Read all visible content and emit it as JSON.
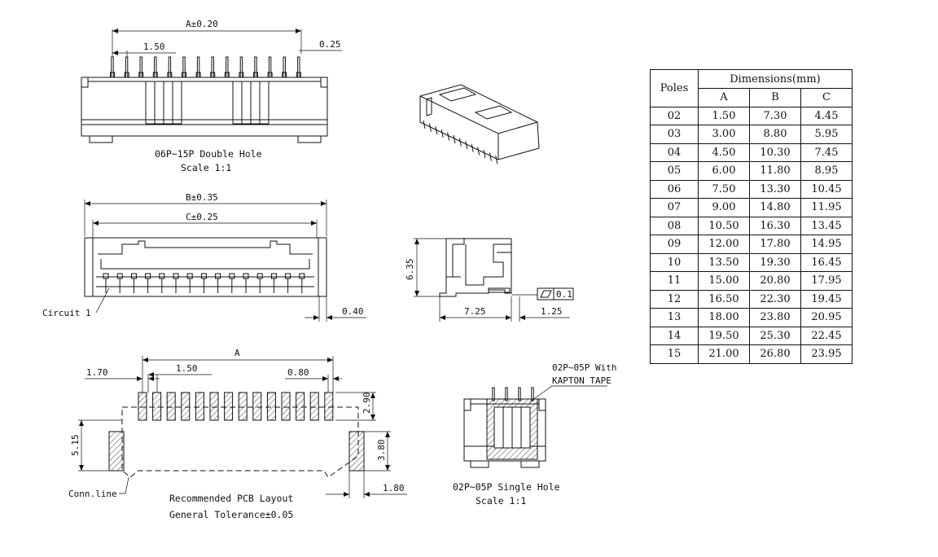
{
  "labels": {
    "dim_a_tol": "A±0.20",
    "dim_150_top": "1.50",
    "dim_025": "0.25",
    "caption_double_hole": "06P~15P Double Hole",
    "caption_scale_top": "Scale 1:1",
    "dim_b_tol": "B±0.35",
    "dim_c_tol": "C±0.25",
    "circuit_1": "Circuit 1",
    "dim_040": "0.40",
    "dim_635": "6.35",
    "dim_725": "7.25",
    "dim_125": "1.25",
    "flatness": "0.1",
    "dim_a_pcb": "A",
    "dim_170": "1.70",
    "dim_150_pcb": "1.50",
    "dim_080": "0.80",
    "dim_290": "2.90",
    "dim_515": "5.15",
    "dim_380": "3.80",
    "dim_180": "1.80",
    "conn_line": "Conn.line",
    "caption_pcb_1": "Recommended PCB Layout",
    "caption_pcb_2": "General Tolerance±0.05",
    "kapton_1": "02P~05P With",
    "kapton_2": "KAPTON TAPE",
    "caption_single_hole": "02P~05P Single Hole",
    "caption_scale_bottom": "Scale 1:1"
  },
  "table": {
    "poles_header": "Poles",
    "group_header": "Dimensions(mm)",
    "columns": [
      "A",
      "B",
      "C"
    ],
    "rows": [
      {
        "poles": "02",
        "a": "1.50",
        "b": "7.30",
        "c": "4.45"
      },
      {
        "poles": "03",
        "a": "3.00",
        "b": "8.80",
        "c": "5.95"
      },
      {
        "poles": "04",
        "a": "4.50",
        "b": "10.30",
        "c": "7.45"
      },
      {
        "poles": "05",
        "a": "6.00",
        "b": "11.80",
        "c": "8.95"
      },
      {
        "poles": "06",
        "a": "7.50",
        "b": "13.30",
        "c": "10.45"
      },
      {
        "poles": "07",
        "a": "9.00",
        "b": "14.80",
        "c": "11.95"
      },
      {
        "poles": "08",
        "a": "10.50",
        "b": "16.30",
        "c": "13.45"
      },
      {
        "poles": "09",
        "a": "12.00",
        "b": "17.80",
        "c": "14.95"
      },
      {
        "poles": "10",
        "a": "13.50",
        "b": "19.30",
        "c": "16.45"
      },
      {
        "poles": "11",
        "a": "15.00",
        "b": "20.80",
        "c": "17.95"
      },
      {
        "poles": "12",
        "a": "16.50",
        "b": "22.30",
        "c": "19.45"
      },
      {
        "poles": "13",
        "a": "18.00",
        "b": "23.80",
        "c": "20.95"
      },
      {
        "poles": "14",
        "a": "19.50",
        "b": "25.30",
        "c": "22.45"
      },
      {
        "poles": "15",
        "a": "21.00",
        "b": "26.80",
        "c": "23.95"
      }
    ]
  }
}
